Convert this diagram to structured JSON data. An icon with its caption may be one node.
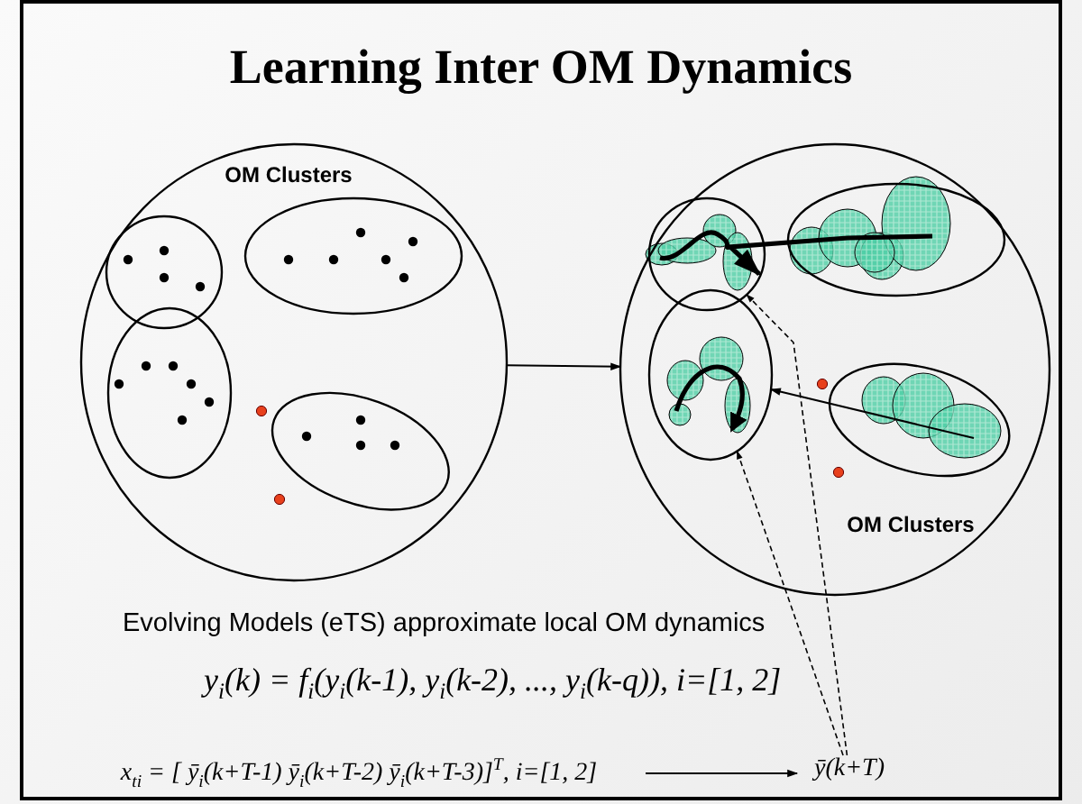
{
  "diagram": {
    "title": "Learning Inter OM Dynamics",
    "nodes": [
      {
        "text": [
          "OM Clusters"
        ]
      },
      {
        "text": [],
        "shape": "ellipse",
        "in": 0
      },
      {
        "text": [],
        "shape": "ellipse",
        "in": 0
      },
      {
        "text": [],
        "shape": "ellipse",
        "in": 0
      },
      {
        "text": [],
        "shape": "ellipse",
        "in": 0
      },
      {
        "text": [
          "OM Clusters"
        ]
      },
      {
        "text": [],
        "shape": "ellipse",
        "in": 5
      },
      {
        "text": [],
        "shape": "ellipse",
        "in": 5
      },
      {
        "text": [],
        "shape": "ellipse",
        "in": 5
      },
      {
        "text": [],
        "shape": "ellipse",
        "in": 5
      },
      {
        "text": [
          "x$_{ti}$ = [ ȳ$_{i}$(k+T-1)  ȳ$_{i}$(k+T-2)  ȳ$_{i}$(k+T-3)]$^{T}$, i=[1, 2]"
        ]
      },
      {
        "text": [
          "ȳ(k+T)"
        ]
      }
    ],
    "edges": [
      {
        "from": 0,
        "to": 5,
        "arrow": "to"
      },
      {
        "from": 9,
        "to": 8,
        "arrow": "to"
      },
      {
        "from": 10,
        "to": 11,
        "arrow": "to"
      },
      {
        "from": 11,
        "to": 6,
        "arrow": "to",
        "style": "dashed"
      },
      {
        "from": 11,
        "to": 8,
        "arrow": "to",
        "style": "dashed"
      },
      {
        "from": 7,
        "to": 6,
        "arrow": "to",
        "style": "thick"
      }
    ],
    "labels": [
      "Evolving Models (eTS) approximate local OM dynamics",
      "y$_{i}$(k) = f$_{i}$(y$_{i}$(k-1), y$_{i}$(k-2), ..., y$_{i}$(k-q)), i=[1, 2]"
    ]
  }
}
